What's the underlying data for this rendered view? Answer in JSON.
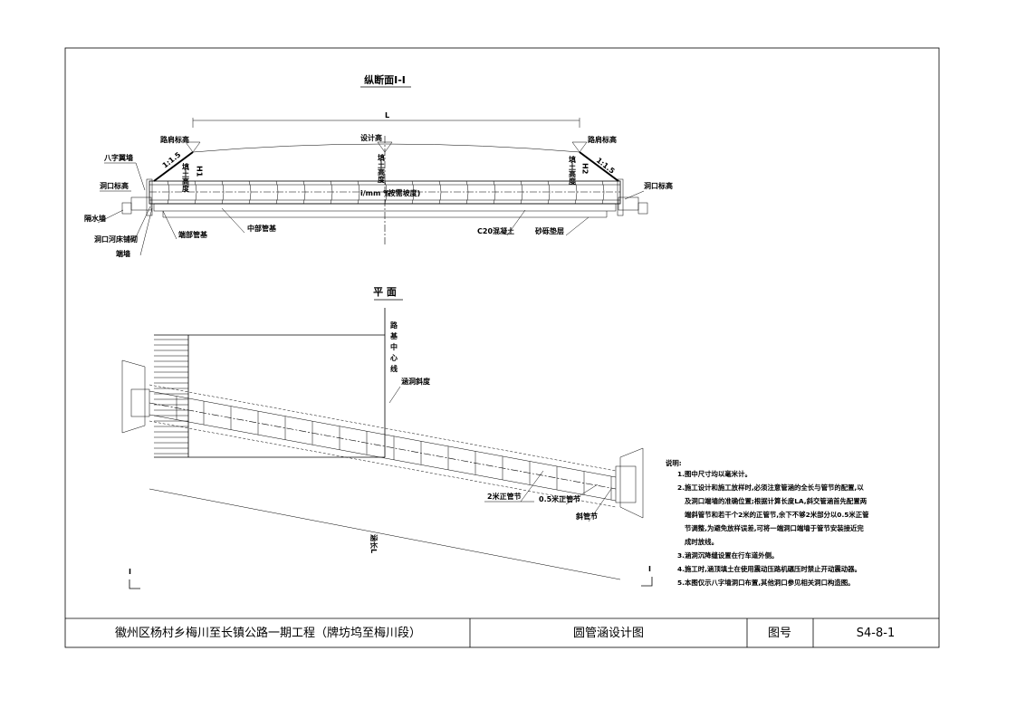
{
  "profile": {
    "title": "纵断面I-I",
    "length_label": "L",
    "labels": {
      "road_elev_left": "路肩标高",
      "road_elev_right": "路肩标高",
      "design_elev": "设计高",
      "wing_wall": "八字翼墙",
      "opening_elev_left": "洞口标高",
      "opening_elev_right": "洞口标高",
      "cutoff_wall": "隔水墙",
      "riverbed_paving": "洞口河床铺砌",
      "end_wall": "端墙",
      "end_base": "端部管基",
      "middle_base": "中部管基",
      "c20_concrete": "C20混凝土",
      "gravel_cushion": "砂砾垫层",
      "slope_left": "1:1.5",
      "slope_right": "1:1.5",
      "fill_height_left": "填土高度",
      "fill_height_mid": "填土高度",
      "fill_height_right": "填土高度",
      "ht_left": "H1",
      "ht_right": "H2",
      "pipe_slope": "i/mm %",
      "pipe_slope_note": "(按需坡度)"
    }
  },
  "plan": {
    "title": "平  面",
    "centerline": "路基中心线",
    "skew_angle": "涵洞斜度",
    "pipe_2m": "2米正管节",
    "pipe_05m": "0.5米正管节",
    "skew_pipe": "斜管节",
    "culvert_length": "涵长L",
    "section_left": "I",
    "section_right": "I"
  },
  "notes": {
    "heading": "说明:",
    "lines": [
      "1.图中尺寸均以毫米计。",
      "2.施工设计和施工放样时,必须注意管涵的全长与管节的配置,以",
      "及洞口端墙的准确位置;根据计算长度LA,斜交管涵首先配置两",
      "端斜管节和若干个2米的正管节,余下不够2米部分以0.5米正管",
      "节调整,为避免放样误差,可将一端洞口端墙于管节安装接近完",
      "成时放线。",
      "3.涵洞沉降缝设置在行车道外侧。",
      "4.施工时,涵顶填土在使用震动压路机碾压时禁止开动震动器。",
      "5.本图仅示八字墙洞口布置,其他洞口参见相关洞口构造图。"
    ]
  },
  "title_block": {
    "project": "徽州区杨村乡梅川至长镇公路一期工程（牌坊坞至梅川段）",
    "drawing_name": "圆管涵设计图",
    "drawing_no_label": "图号",
    "drawing_no": "S4-8-1"
  }
}
